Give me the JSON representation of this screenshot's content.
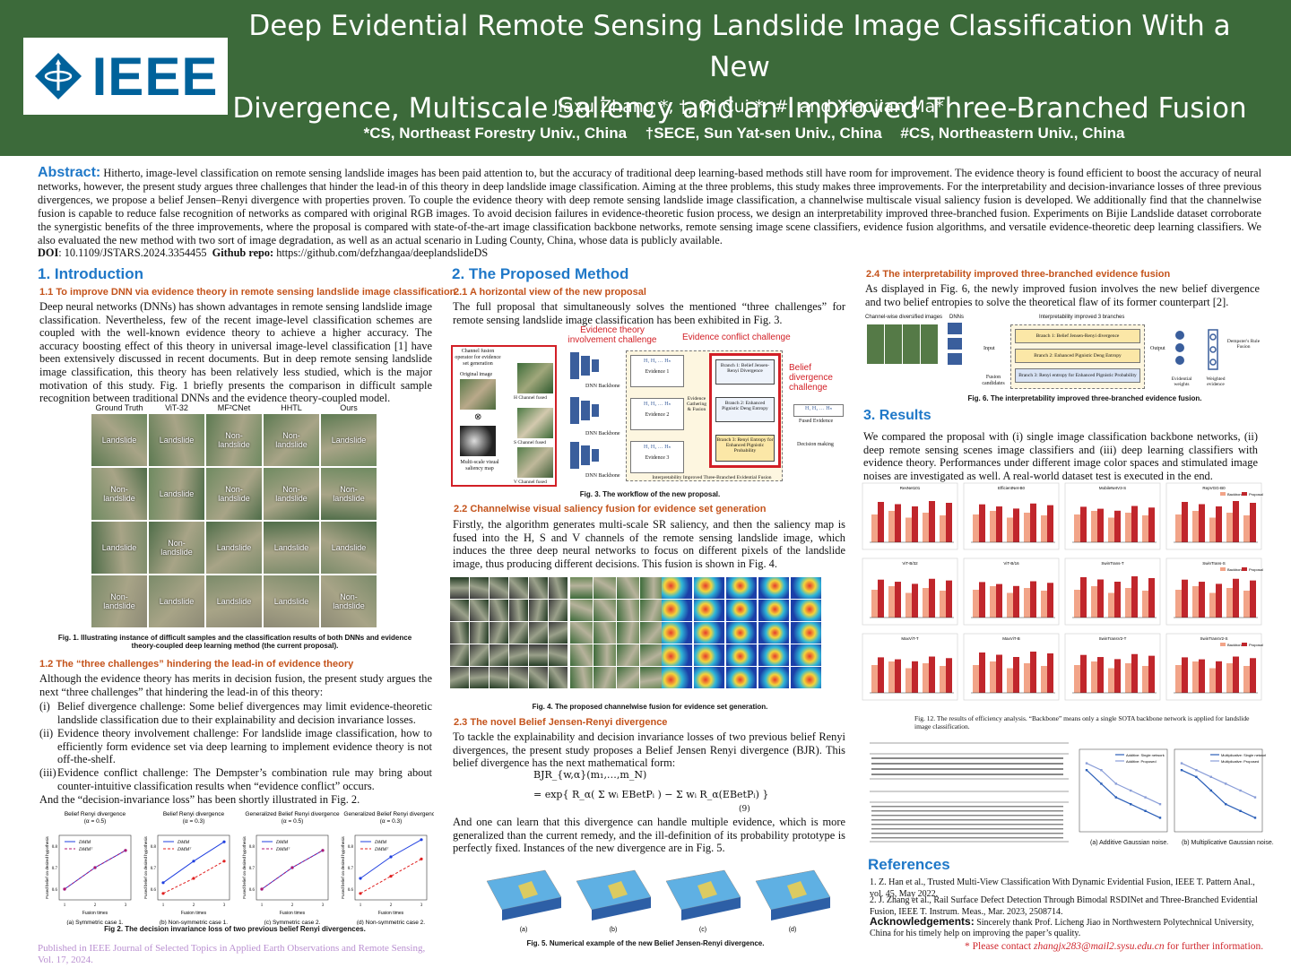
{
  "header": {
    "logo": "IEEE",
    "title_line1": "Deep Evidential Remote Sensing Landslide Image Classification With a New",
    "title_line2": "Divergence, Multiscale Saliency and an Improved Three-Branched Fusion",
    "authors": "Jiaxu Zhang *, †, Qi Cui *, #, and Xiaojian Ma*",
    "affil1": "*CS, Northeast Forestry Univ., China",
    "affil2": "†SECE, Sun Yat-sen Univ., China",
    "affil3": "#CS, Northeastern Univ., China"
  },
  "abstract": {
    "heading": "Abstract:",
    "text": "Hitherto, image-level classification on remote sensing landslide images has been paid attention to, but the accuracy of traditional deep learning-based methods still have room for improvement. The evidence theory is found efficient to boost the accuracy of neural networks, however, the present study argues three challenges that hinder the lead-in of this theory in deep landslide image classification. Aiming at the three problems, this study makes three improvements. For the interpretability and decision-invariance losses of three previous divergences, we propose a belief Jensen–Renyi divergence with properties proven. To couple the evidence theory with deep remote sensing landslide image classification, a channelwise multiscale visual saliency fusion is developed. We additionally find that the channelwise fusion is capable to reduce false recognition of networks as compared with original RGB images. To avoid decision failures in evidence-theoretic fusion process, we design an interpretability improved three-branched fusion. Experiments on Bijie Landslide dataset corroborate the synergistic benefits of the three improvements, where the proposal is compared with state-of-the-art image classification backbone networks, remote sensing image scene classifiers, evidence fusion algorithms, and versatile evidence-theoretic deep learning classifiers. We also evaluated the new method with two sort of image degradation, as well as an actual scenario in Luding County, China, whose data is publicly available.",
    "doi_label": "DOI",
    "doi": ": 10.1109/JSTARS.2024.3354455",
    "github_label": "Github repo:",
    "github": " https://github.com/defzhangaa/deeplandslideDS"
  },
  "intro": {
    "heading": "1. Introduction",
    "sub1": "1.1 To improve DNN via evidence theory in remote sensing landslide image classification",
    "p1": "Deep neural networks (DNNs) has shown advantages in remote sensing landslide image classification. Nevertheless, few of the recent image-level classification schemes are coupled with the well-known evidence theory to achieve a higher accuracy. The accuracy boosting effect of this theory in universal image-level classification [1] have been extensively discussed in recent documents. But in deep remote sensing landslide image classification, this theory has been relatively less studied, which is the major motivation of this study. Fig. 1 briefly presents the comparison in difficult sample recognition between traditional DNNs and the evidence theory-coupled model.",
    "grid_cols": [
      "Ground Truth",
      "ViT-32",
      "MF²CNet",
      "HHTL",
      "Ours"
    ],
    "grid_rows": [
      [
        "Landslide",
        "Landslide",
        "Non-\nlandslide",
        "Non-\nlandslide",
        "Landslide"
      ],
      [
        "Non-\nlandslide",
        "Landslide",
        "Non-\nlandslide",
        "Non-\nlandslide",
        "Non-\nlandslide"
      ],
      [
        "Landslide",
        "Non-\nlandslide",
        "Landslide",
        "Landslide",
        "Landslide"
      ],
      [
        "Non-\nlandslide",
        "Landslide",
        "Landslide",
        "Landslide",
        "Non-\nlandslide"
      ]
    ],
    "fig1_caption": "Fig. 1. Illustrating instance of difficult samples and the classification results of both DNNs and evidence theory-coupled deep learning method (the current proposal).",
    "sub2": "1.2 The “three challenges” hindering the lead-in of evidence theory",
    "p2": "Although the evidence theory has merits in decision fusion, the present study argues the next “three challenges” that hindering the  lead-in of this theory:",
    "li1_num": "(i)",
    "li1": "Belief divergence challenge: Some belief divergences may limit evidence-theoretic landslide classification due to their explainability and decision invariance losses.",
    "li2_num": "(ii)",
    "li2": "Evidence theory involvement challenge: For landslide image classification, how to efficiently form evidence set via deep learning to implement evidence theory is not  off-the-shelf.",
    "li3_num": "(iii)",
    "li3": "Evidence conflict challenge: The Dempster’s combination rule may bring about counter-intuitive classification results when “evidence conflict” occurs.",
    "p3": "And the “decision-invariance loss” has been shortly illustrated in Fig. 2.",
    "fig2_caption": "Fig 2. The decision invariance loss of two previous belief Renyi divergences."
  },
  "chart_data": [
    {
      "type": "line",
      "title": "Belief Renyi divergence (α = 0.5)",
      "xlabel": "Fusion times",
      "ylabel": "Fused belief on desired hypothesis",
      "x": [
        1,
        2,
        3
      ],
      "ylim": [
        0.55,
        0.85
      ],
      "series": [
        {
          "name": "DMM",
          "values": [
            0.6,
            0.7,
            0.78
          ]
        },
        {
          "name": "DMMᵀ",
          "values": [
            0.6,
            0.7,
            0.78
          ]
        }
      ],
      "label": "(a) Symmetric case 1."
    },
    {
      "type": "line",
      "title": "Belief Renyi divergence (α = 0.3)",
      "xlabel": "Fusion times",
      "ylabel": "Fused belief on desired hypothesis",
      "x": [
        1,
        2,
        3
      ],
      "ylim": [
        0.55,
        0.85
      ],
      "series": [
        {
          "name": "DMM",
          "values": [
            0.63,
            0.73,
            0.82
          ]
        },
        {
          "name": "DMMᵀ",
          "values": [
            0.58,
            0.65,
            0.73
          ]
        }
      ],
      "label": "(b) Non-symmetric case 1."
    },
    {
      "type": "line",
      "title": "Generalized Belief Renyi divergence (α = 0.5)",
      "xlabel": "Fusion times",
      "ylabel": "Fused belief on desired hypothesis",
      "x": [
        1,
        2,
        3
      ],
      "ylim": [
        0.55,
        0.85
      ],
      "series": [
        {
          "name": "DMM",
          "values": [
            0.6,
            0.7,
            0.78
          ]
        },
        {
          "name": "DMMᵀ",
          "values": [
            0.6,
            0.7,
            0.78
          ]
        }
      ],
      "label": "(c) Symmetric case 2."
    },
    {
      "type": "line",
      "title": "Generalized Belief Renyi divergence (α = 0.3)",
      "xlabel": "Fusion times",
      "ylabel": "Fused belief on desired hypothesis",
      "x": [
        1,
        2,
        3
      ],
      "ylim": [
        0.55,
        0.85
      ],
      "series": [
        {
          "name": "DMM",
          "values": [
            0.65,
            0.75,
            0.83
          ]
        },
        {
          "name": "DMMᵀ",
          "values": [
            0.58,
            0.66,
            0.74
          ]
        }
      ],
      "label": "(d) Non-symmetric case 2."
    }
  ],
  "method": {
    "heading": "2. The Proposed Method",
    "sub1": "2.1 A horizontal view of the new proposal",
    "p1": "The full proposal that simultaneously solves the mentioned “three challenges” for remote sensing landslide image classification has been exhibited in Fig. 3.",
    "ann1": "Evidence theory involvement challenge",
    "ann2": "Evidence conflict challenge",
    "ann3": "Belief divergence challenge",
    "fig3_labels": {
      "fusion_op": "Channel fusion operator for evidence set generation",
      "original": "Original image",
      "saliency": "Multi-scale visual saliency map",
      "h": "H Channel fused",
      "s": "S Channel fused",
      "v": "V Channel fused",
      "dnn": "DNN Backbone",
      "ev1": "Evidence 1",
      "ev2": "Evidence 2",
      "ev3": "Evidence 3",
      "gather": "Evidence Gathering & Fusion",
      "b1": "Branch 1: Belief Jensen-Renyi Divergence",
      "b2": "Branch 2: Enhanced Pignistic Deng Entropy",
      "b3": "Branch 3: Renyi Entropy for Enhanced Pignistic Probability",
      "fused": "Fused Evidence",
      "decision": "Decision making",
      "interp": "Interpretability Improved Three-Branched Evidential Fusion"
    },
    "fig3_caption": "Fig. 3. The workflow of the new proposal.",
    "sub2": "2.2 Channelwise visual saliency fusion for evidence set generation",
    "p2": "Firstly, the algorithm generates multi-scale SR saliency, and then the saliency map is fused into the H, S and V channels of the remote sensing landslide image, which induces the three deep neural networks to focus on different pixels of the landslide image, thus producing different decisions. This fusion is shown in Fig. 4.",
    "fig4_caption": "Fig. 4. The proposed channelwise fusion for evidence set generation.",
    "sub3": "2.3 The novel Belief Jensen-Renyi divergence",
    "p3": "To tackle the explainability and decision invariance losses of two previous belief Renyi divergences, the present study proposes a Belief Jensen Renyi divergence (BJR). This belief divergence has the next mathematical form:",
    "eq_lhs": "BJR_{w,α}(m₁,…,m_N)",
    "eq_rhs": "= exp{ R_α( Σ wᵢ EBetPᵢ ) − Σ wᵢ R_α(EBetPᵢ) }",
    "eq_num": "(9)",
    "p4": "And one can learn that this divergence can handle multiple evidence, which is more generalized than the current remedy, and the ill-definition of its probability prototype is  perfectly fixed.  Instances of the new divergence are in Fig. 5.",
    "fig5_labels": [
      "(a)",
      "(b)",
      "(c)",
      "(d)"
    ],
    "fig5_caption": "Fig. 5. Numerical example of the new Belief Jensen-Renyi divergence."
  },
  "fusion": {
    "sub": "2.4  The interpretability improved three-branched evidence fusion",
    "p": "As displayed in Fig. 6, the newly improved fusion involves the new belief divergence and two belief entropies to solve the theoretical flaw of its former counterpart [2].",
    "labels": {
      "cw": "Channel-wise diversified images",
      "dnns": "DNNs",
      "input": "Input",
      "candidates": "Fusion candidates",
      "branches": "Interpretability improved 3 branches",
      "b1": "Branch 1: Belief Jensen-Renyi divergence",
      "b2": "Branch 2: Enhanced Pignistic Deng Entropy",
      "b3": "Branch 3: Renyi entropy for Enhanced Pignistic Probability",
      "output": "Output",
      "weights": "Evidential weights",
      "weighted": "Weighted evidence",
      "dempster": "Dempster's Rule Fusion"
    },
    "fig6_caption": "Fig. 6. The interpretability improved three-branched evidence fusion."
  },
  "results": {
    "heading": "3. Results",
    "p": "We compared the proposal with (i) single image classification backbone networks, (ii) deep remote sensing scenes image classifiers and (iii) deep learning classifiers with evidence theory. Performances under different image color spaces and stimulated image noises are investigated as well. A real-world dataset test is executed in the end.",
    "bar_titles": [
      "ResNet101",
      "EfficientNet-B0",
      "MobileNetV3-S",
      "RepVGG-B0",
      "ViT-B/32",
      "ViT-B/16",
      "SwinTrans-T",
      "SwinTrans-S",
      "MaxViT-T",
      "MaxViT-B",
      "SwinTransV2-T",
      "SwinTransV2-S"
    ],
    "legend": [
      "Backbone",
      "Proposal"
    ],
    "fig12_caption": "Fig. 12.  The results of efficiency analysis. “Backbone” means only a single SOTA backbone network is applied for landslide image classification.",
    "noise_a": "(a) Additive Gaussian noise.",
    "noise_b": "(b) Multiplicative Gaussian noise.",
    "noise_legend_a": [
      "Additive: Single network",
      "Additive: Proposed"
    ],
    "noise_legend_b": [
      "Multiplicative: Single network",
      "Multiplicative: Proposed"
    ]
  },
  "refs": {
    "heading": "References",
    "r1": "1.   Z. Han et al., Trusted Multi-View Classification With Dynamic Evidential Fusion, IEEE T. Pattern Anal., vol. 45, May 2022.",
    "r2": "2.   J. Zhang et al., Rail Surface Defect Detection Through Bimodal RSDINet and Three-Branched Evidential Fusion, IEEE T. Instrum. Meas., Mar. 2023, 2508714.",
    "ack_label": "Acknowledgements:",
    "ack": " Sincerely thank Prof. Licheng Jiao in Northwestern Polytechnical University, China for his timely help on improving  the paper’s quality.",
    "contact": "* Please contact ",
    "email": "zhangjx283@mail2.sysu.edu.cn",
    "contact_end": " for further information."
  },
  "footer": "Published in IEEE Journal of Selected Topics in Applied Earth Observations and Remote Sensing, Vol. 17, 2024.",
  "colors": {
    "header": "#3c6a3a",
    "section": "#1f78c8",
    "subsection": "#c4531b",
    "bar_backbone": "#f2a488",
    "bar_proposal": "#c0262c"
  }
}
